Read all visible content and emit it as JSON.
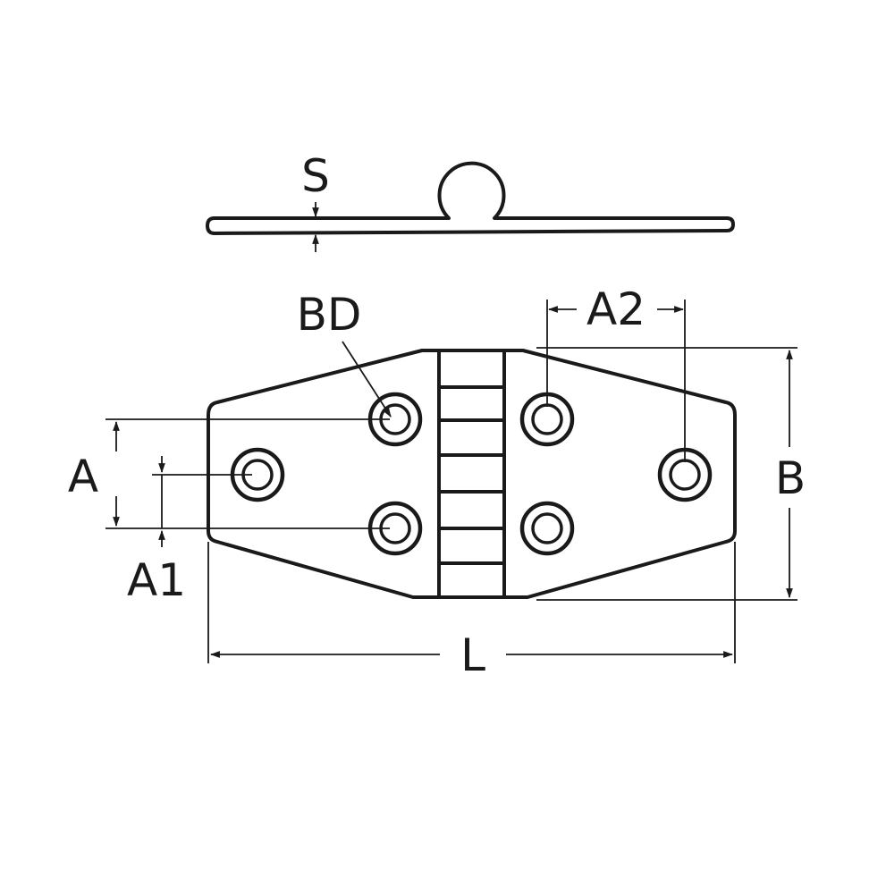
{
  "diagram": {
    "labels": {
      "s": "S",
      "bd": "BD",
      "a2": "A2",
      "a": "A",
      "a1": "A1",
      "b": "B",
      "l": "L"
    },
    "colors": {
      "line": "#1a1a1a",
      "background": "#ffffff"
    }
  }
}
